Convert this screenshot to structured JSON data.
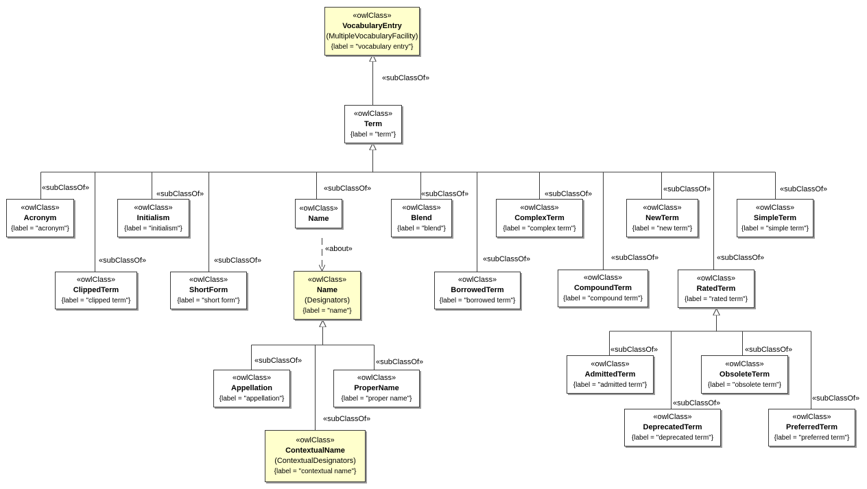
{
  "stereotype": "«owlClass»",
  "classes": {
    "vocabentry": {
      "name": "VocabularyEntry",
      "package": "(MultipleVocabularyFacility)",
      "label": "{label = \"vocabulary entry\"}"
    },
    "term": {
      "name": "Term",
      "label": "{label = \"term\"}"
    },
    "acronym": {
      "name": "Acronym",
      "label": "{label = \"acronym\"}"
    },
    "initialism": {
      "name": "Initialism",
      "label": "{label = \"initialism\"}"
    },
    "name": {
      "name": "Name",
      "label": ""
    },
    "blend": {
      "name": "Blend",
      "label": "{label = \"blend\"}"
    },
    "complexterm": {
      "name": "ComplexTerm",
      "label": "{label = \"complex term\"}"
    },
    "newterm": {
      "name": "NewTerm",
      "label": "{label = \"new term\"}"
    },
    "simpleterm": {
      "name": "SimpleTerm",
      "label": "{label = \"simple term\"}"
    },
    "clippedterm": {
      "name": "ClippedTerm",
      "label": "{label = \"clipped term\"}"
    },
    "shortform": {
      "name": "ShortForm",
      "label": "{label = \"short form\"}"
    },
    "designatorname": {
      "name": "Name",
      "package": "(Designators)",
      "label": "{label = \"name\"}"
    },
    "borrowedterm": {
      "name": "BorrowedTerm",
      "label": "{label = \"borrowed term\"}"
    },
    "compoundterm": {
      "name": "CompoundTerm",
      "label": "{label = \"compound term\"}"
    },
    "ratedterm": {
      "name": "RatedTerm",
      "label": "{label = \"rated term\"}"
    },
    "appellation": {
      "name": "Appellation",
      "label": "{label = \"appellation\"}"
    },
    "propername": {
      "name": "ProperName",
      "label": "{label = \"proper name\"}"
    },
    "contextualname": {
      "name": "ContextualName",
      "package": "(ContextualDesignators)",
      "label": "{label = \"contextual name\"}"
    },
    "admittedterm": {
      "name": "AdmittedTerm",
      "label": "{label = \"admitted term\"}"
    },
    "obsoleteterm": {
      "name": "ObsoleteTerm",
      "label": "{label = \"obsolete term\"}"
    },
    "deprecatedterm": {
      "name": "DeprecatedTerm",
      "label": "{label = \"deprecated term\"}"
    },
    "preferredterm": {
      "name": "PreferredTerm",
      "label": "{label = \"preferred term\"}"
    }
  },
  "relations": {
    "subclass_label": "«subClassOf»",
    "about_label": "«about»"
  },
  "colors": {
    "external_fill": "#ffffcc",
    "default_fill": "#ffffff",
    "line": "#3c3c3c"
  }
}
